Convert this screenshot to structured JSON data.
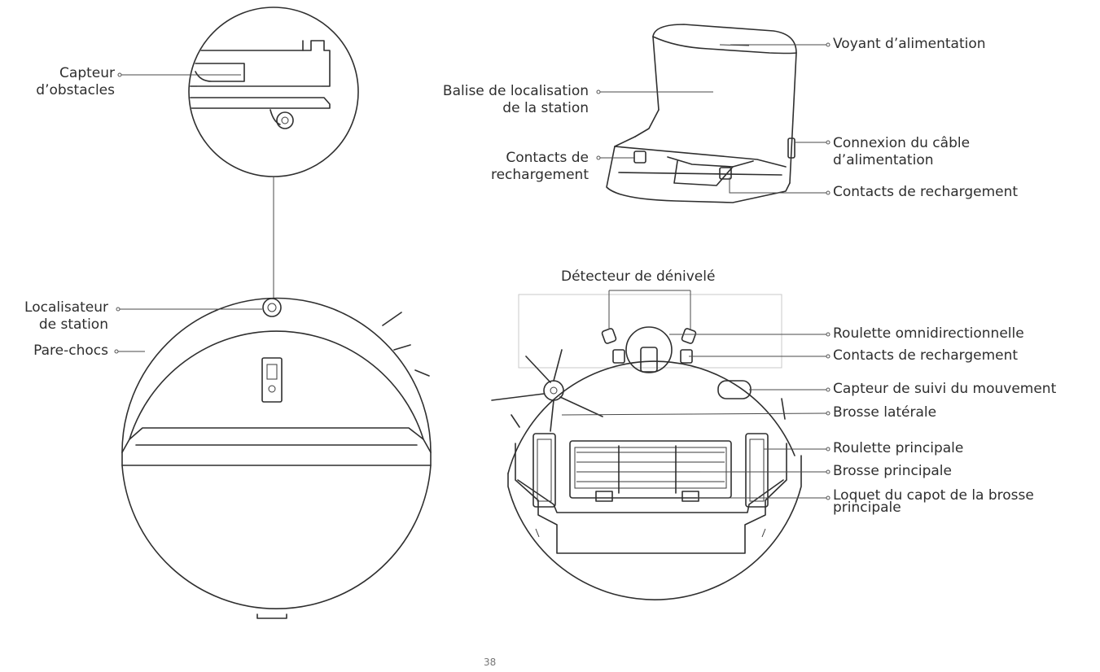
{
  "labels": {
    "obstacle_sensor": [
      "Capteur",
      "d’obstacles"
    ],
    "dock_locator": [
      "Localisateur",
      "de station"
    ],
    "bumper": "Pare-chocs",
    "dock_beacon": [
      "Balise de localisation",
      "de la station"
    ],
    "dock_charging_contacts": [
      "Contacts de",
      "rechargement"
    ],
    "power_indicator": "Voyant d’alimentation",
    "power_cable_connection": [
      "Connexion du câble",
      "d’alimentation"
    ],
    "dock_charging_contacts_right": "Contacts de rechargement",
    "cliff_sensor": "Détecteur de dénivelé",
    "omni_wheel": "Roulette omnidirectionnelle",
    "robot_charging_contacts": "Contacts de rechargement",
    "motion_tracking_sensor": "Capteur de suivi du mouvement",
    "side_brush": "Brosse latérale",
    "main_wheel": "Roulette principale",
    "main_brush": "Brosse principale",
    "main_brush_cover_latch": [
      "Loquet du capot de la brosse",
      "principale"
    ]
  },
  "page_number": "38"
}
